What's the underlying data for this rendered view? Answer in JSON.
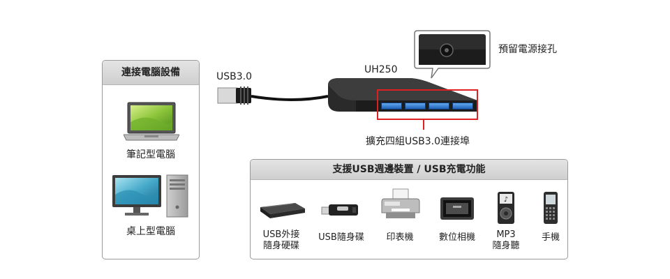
{
  "hub": {
    "model": "UH250",
    "cable_label": "USB3.0",
    "power_jack_label": "預留電源接孔",
    "ports_label": "擴充四組USB3.0連接埠"
  },
  "connect_panel": {
    "title": "連接電腦設備",
    "devices": [
      {
        "label": "筆記型電腦",
        "icon": "laptop-icon"
      },
      {
        "label": "桌上型電腦",
        "icon": "desktop-computer-icon"
      }
    ]
  },
  "support_panel": {
    "title": "支援USB週邊裝置 / USB充電功能",
    "devices": [
      {
        "label": "USB外接\n隨身硬碟",
        "icon": "external-hard-drive-icon"
      },
      {
        "label": "USB隨身碟",
        "icon": "usb-flash-drive-icon"
      },
      {
        "label": "印表機",
        "icon": "printer-icon"
      },
      {
        "label": "數位相機",
        "icon": "digital-camera-icon"
      },
      {
        "label": "MP3\n隨身聽",
        "icon": "mp3-player-icon"
      },
      {
        "label": "手機",
        "icon": "mobile-phone-icon"
      }
    ]
  },
  "colors": {
    "highlight": "#e02020",
    "port_blue": "#2f7fd6",
    "hub_body": "#2a2a2a"
  }
}
